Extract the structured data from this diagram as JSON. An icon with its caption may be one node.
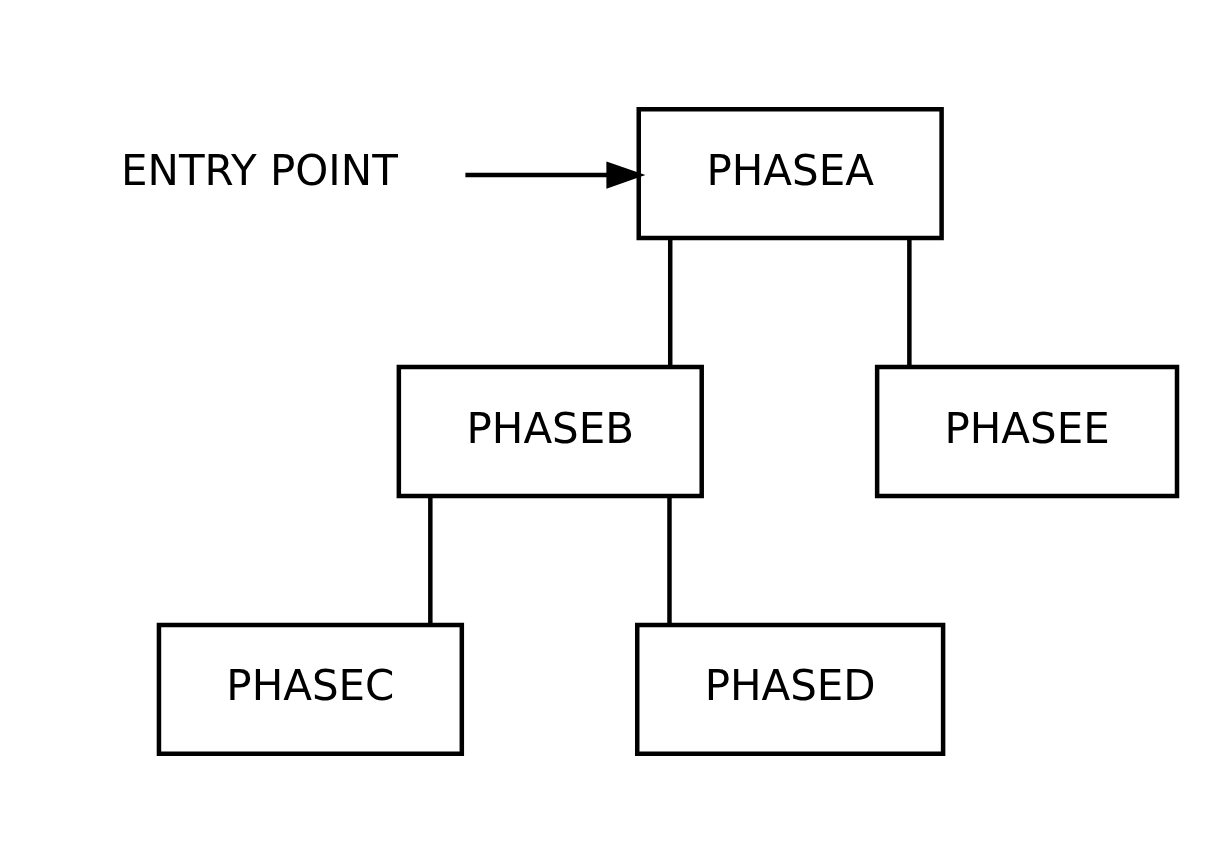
{
  "diagram": {
    "nodes": [
      {
        "text": [
          "ENTRY POINT"
        ]
      },
      {
        "text": [
          "PHASEA"
        ]
      },
      {
        "text": [
          "PHASEB"
        ]
      },
      {
        "text": [
          "PHASEC"
        ]
      },
      {
        "text": [
          "PHASED"
        ]
      },
      {
        "text": [
          "PHASEE"
        ]
      }
    ],
    "edges": [
      {
        "from": 0,
        "to": 1,
        "arrow": "to"
      },
      {
        "from": 1,
        "to": 2,
        "arrow": "none"
      },
      {
        "from": 1,
        "to": 5,
        "arrow": "none"
      },
      {
        "from": 2,
        "to": 3,
        "arrow": "none"
      },
      {
        "from": 2,
        "to": 4,
        "arrow": "none"
      }
    ]
  }
}
